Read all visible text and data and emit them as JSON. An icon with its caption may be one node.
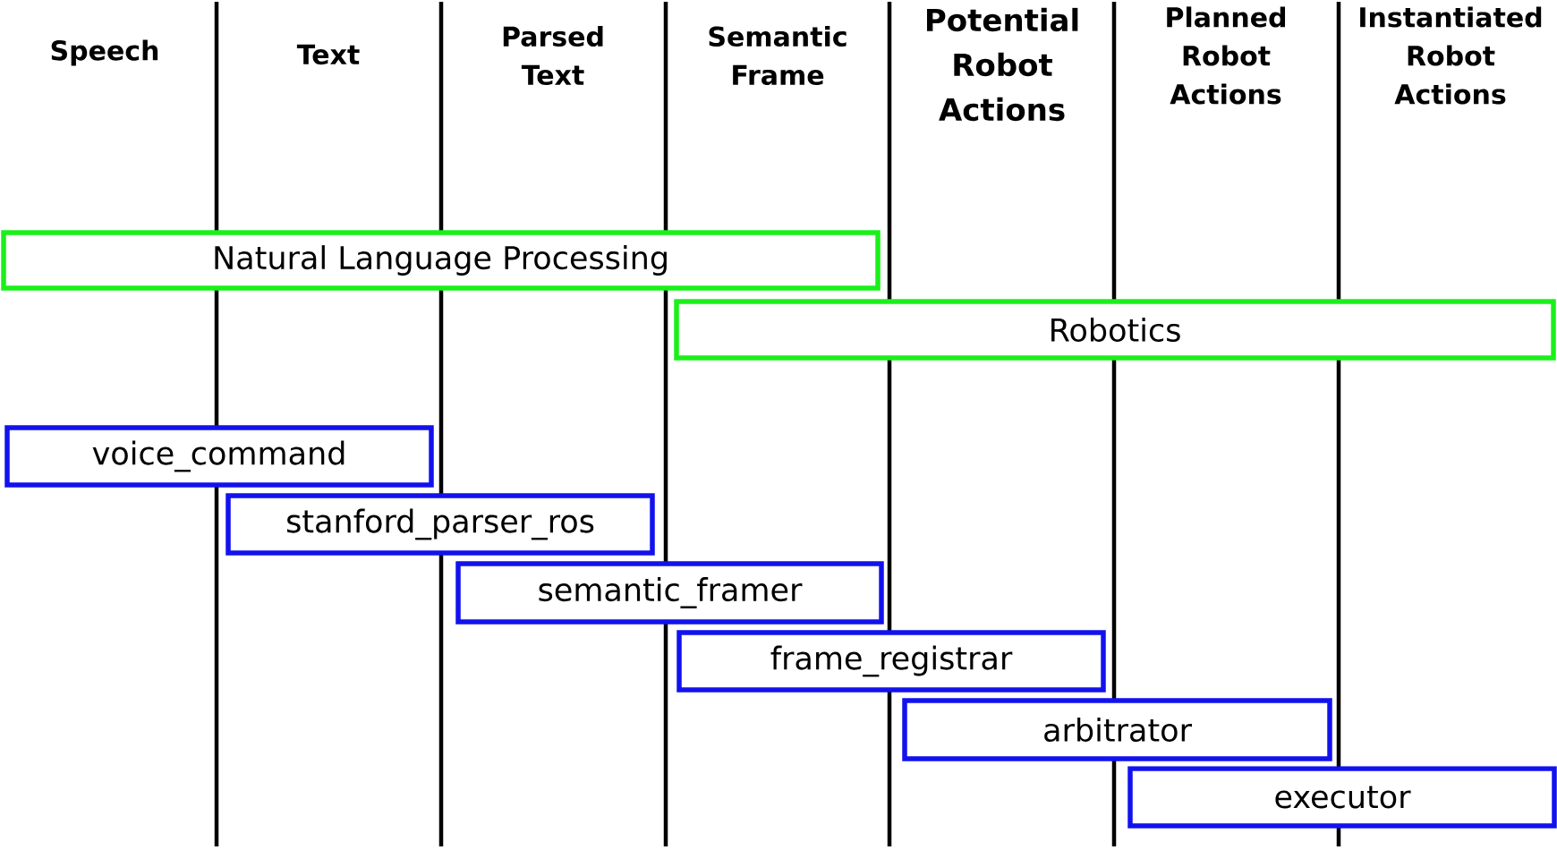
{
  "diagram": {
    "nodes": [
      {
        "text": [
          "Natural Language Processing"
        ]
      },
      {
        "text": [
          "Robotics"
        ]
      },
      {
        "text": [
          "voice_command"
        ]
      },
      {
        "text": [
          "stanford_parser_ros"
        ]
      },
      {
        "text": [
          "semantic_framer"
        ]
      },
      {
        "text": [
          "frame_registrar"
        ]
      },
      {
        "text": [
          "arbitrator"
        ]
      },
      {
        "text": [
          "executor"
        ]
      }
    ],
    "labels": [
      "Speech",
      "Text",
      "Parsed Text",
      "Semantic Frame",
      "Potential Robot Actions",
      "Planned Robot Actions",
      "Instantiated Robot Actions"
    ]
  }
}
